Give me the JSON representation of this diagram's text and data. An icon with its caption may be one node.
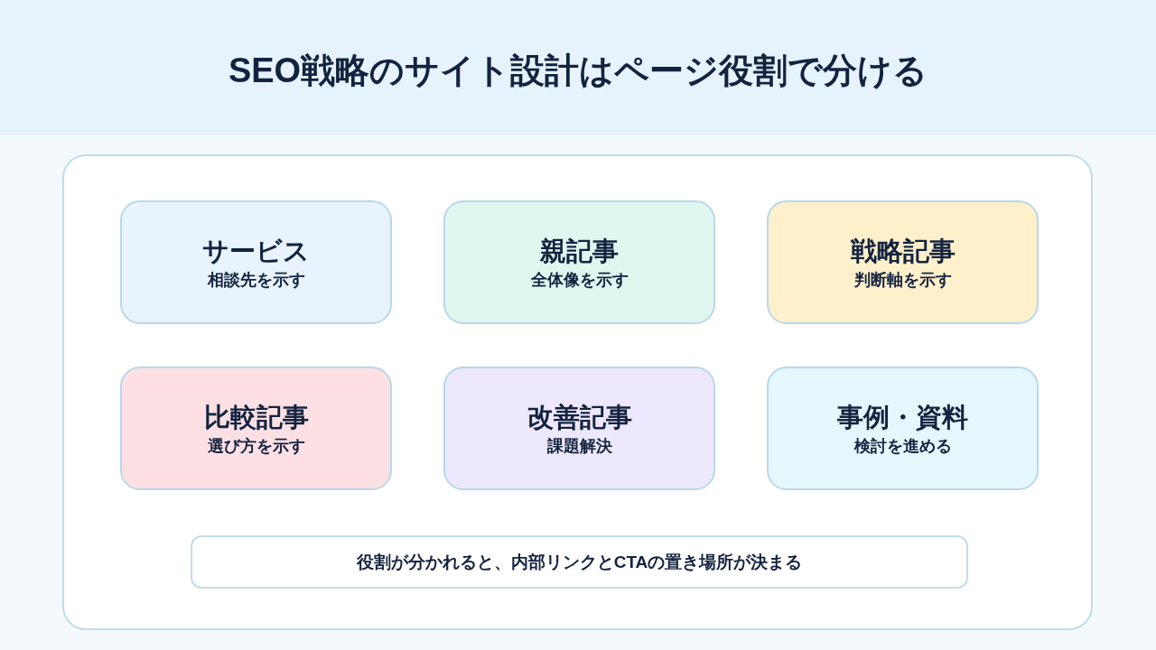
{
  "diagram": {
    "title": "SEO戦略のサイト設計はページ役割で分ける",
    "nodes": [
      {
        "text": [
          "サービス",
          "相談先を示す"
        ]
      },
      {
        "text": [
          "親記事",
          "全体像を示す"
        ]
      },
      {
        "text": [
          "戦略記事",
          "判断軸を示す"
        ]
      },
      {
        "text": [
          "比較記事",
          "選び方を示す"
        ]
      },
      {
        "text": [
          "改善記事",
          "課題解決"
        ]
      },
      {
        "text": [
          "事例・資料",
          "検討を進める"
        ]
      },
      {
        "text": [
          "役割が分かれると、内部リンクとCTAの置き場所が決まる"
        ]
      }
    ]
  }
}
